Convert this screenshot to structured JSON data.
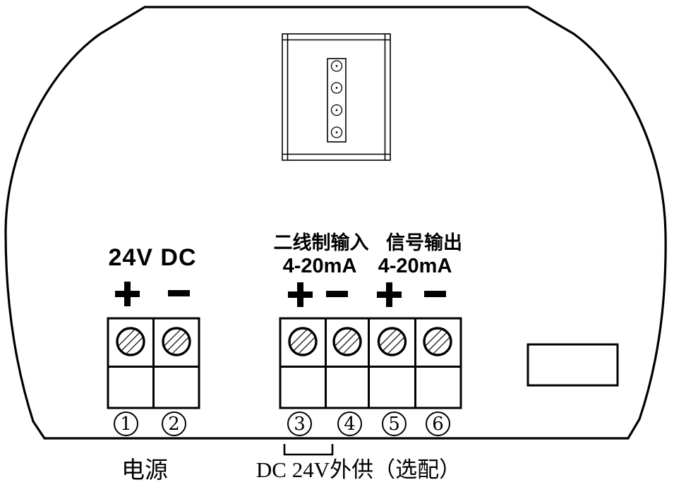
{
  "diagram": {
    "background": "#ffffff",
    "line_color": "#000000"
  },
  "top_connector": {
    "pin_count": 4
  },
  "power_section": {
    "title": "24V DC",
    "caption": "电源",
    "terminals": [
      {
        "number": "1",
        "polarity": "+"
      },
      {
        "number": "2",
        "polarity": "-"
      }
    ]
  },
  "signal_section": {
    "input_title": "二线制输入",
    "input_range": "4-20mA",
    "output_title": "信号输出",
    "output_range": "4-20mA",
    "caption": "DC 24V外供（选配）",
    "terminals": [
      {
        "number": "3",
        "polarity": "+"
      },
      {
        "number": "4",
        "polarity": "-"
      },
      {
        "number": "5",
        "polarity": "+"
      },
      {
        "number": "6",
        "polarity": "-"
      }
    ]
  }
}
